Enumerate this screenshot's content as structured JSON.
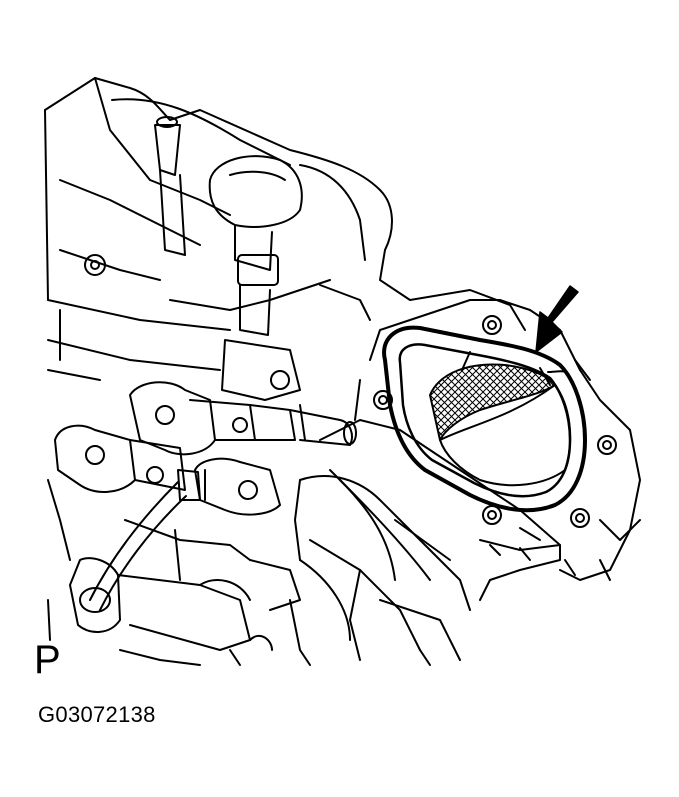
{
  "figure": {
    "view_letter": "P",
    "figure_code": "G03072138",
    "callout": "arrow-pointing-at-gasket"
  },
  "colors": {
    "line": "#000000",
    "background": "#ffffff",
    "mesh": "#000000"
  }
}
